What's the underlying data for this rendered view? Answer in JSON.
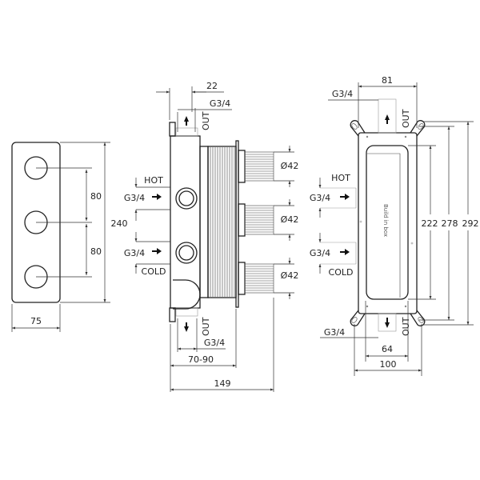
{
  "title": "Thermostatic concealed valve technical drawing",
  "front_view": {
    "dim_spacing_1": "80",
    "dim_spacing_2": "80",
    "dim_height": "240",
    "dim_width": "75"
  },
  "side_view": {
    "dim_top": "22",
    "top_thread": "G3/4",
    "top_out": "OUT",
    "hot_label": "HOT",
    "hot_thread": "G3/4",
    "cold_label": "COLD",
    "cold_thread": "G3/4",
    "bottom_out": "OUT",
    "bottom_thread": "G3/4",
    "cartridge_diameters": [
      "Ø42",
      "Ø42",
      "Ø42"
    ],
    "dim_depth_range": "70-90",
    "dim_total_depth": "149"
  },
  "back_view": {
    "dim_top_width": "81",
    "top_thread": "G3/4",
    "top_out": "OUT",
    "hot_label": "HOT",
    "hot_thread": "G3/4",
    "cold_label": "COLD",
    "cold_thread": "G3/4",
    "box_label": "Build in box",
    "dim_h1": "222",
    "dim_h2": "278",
    "dim_h3": "292",
    "bottom_thread": "G3/4",
    "bottom_out": "OUT",
    "dim_inner_width": "64",
    "dim_outer_width": "100"
  }
}
